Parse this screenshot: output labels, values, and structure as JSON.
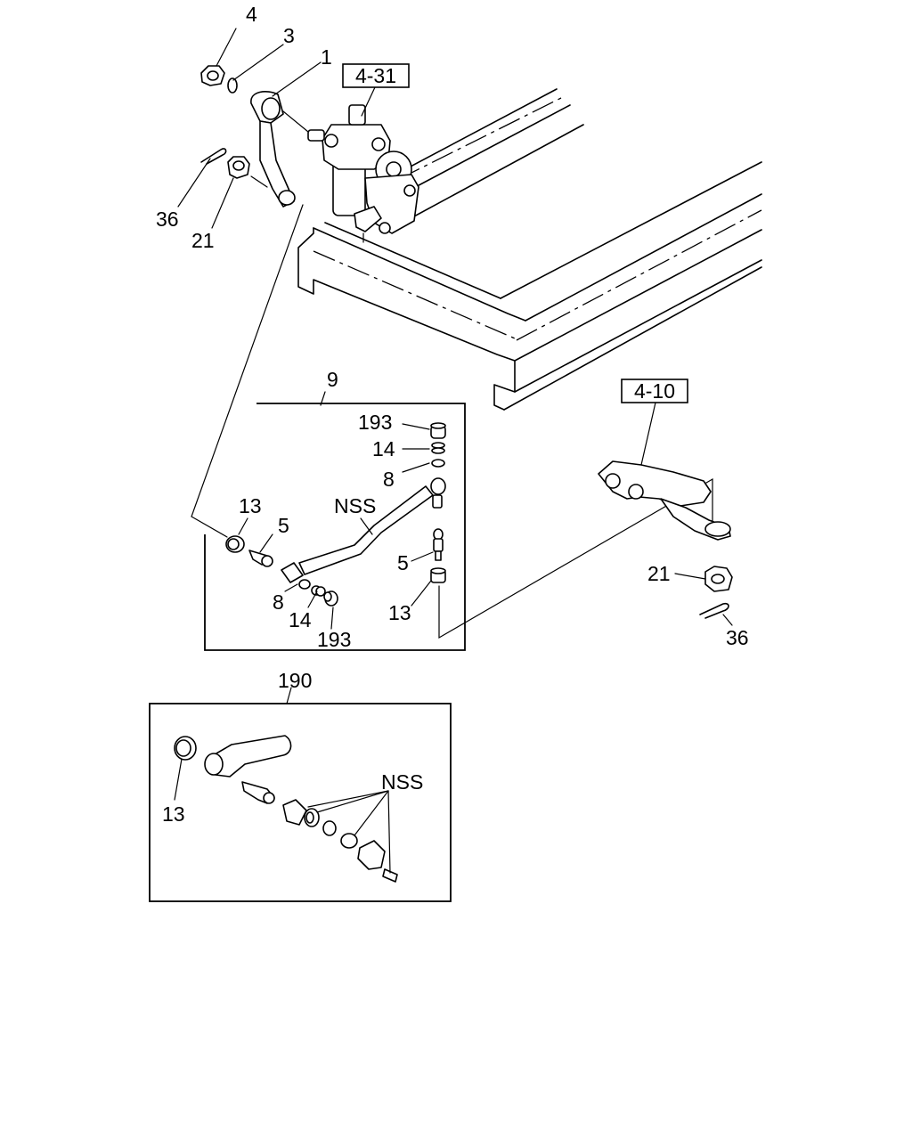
{
  "refs": {
    "steering_gear": "4-31",
    "front_axle": "4-10"
  },
  "labels": {
    "p4": "4",
    "p3": "3",
    "p1": "1",
    "p36_top": "36",
    "p21_top": "21",
    "p9": "9",
    "p193_a": "193",
    "p14_a": "14",
    "p8_a": "8",
    "nss_a": "NSS",
    "p13_a": "13",
    "p5_a": "5",
    "p8_b": "8",
    "p14_b": "14",
    "p193_b": "193",
    "p5_b": "5",
    "p13_b": "13",
    "p21_right": "21",
    "p36_right": "36",
    "p190": "190",
    "nss_b": "NSS",
    "p13_c": "13"
  }
}
